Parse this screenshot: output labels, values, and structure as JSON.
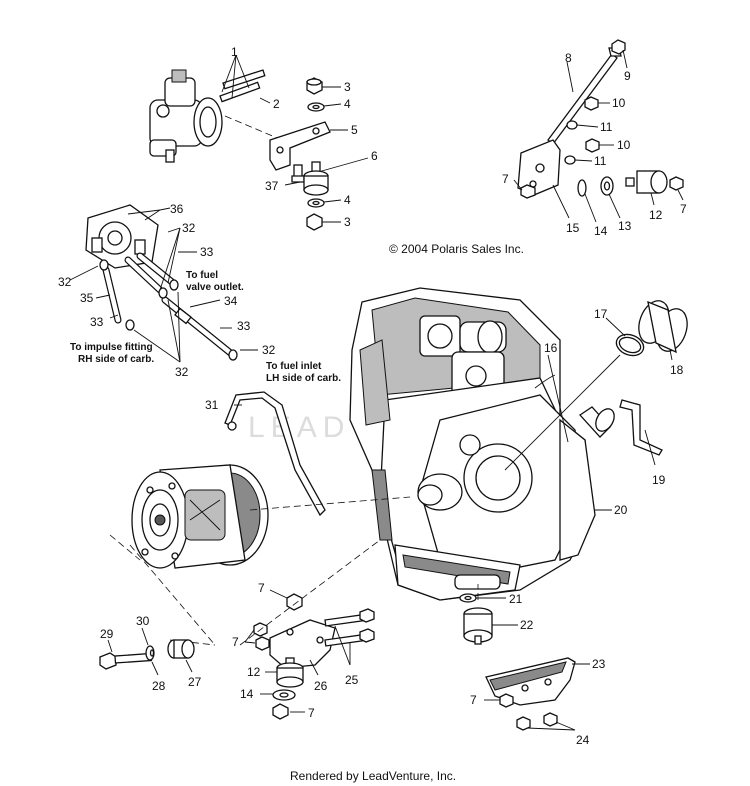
{
  "diagram": {
    "copyright": "© 2004 Polaris Sales Inc.",
    "footer": "Rendered by LeadVenture, Inc.",
    "watermark": "LEADVENTURE",
    "notes": {
      "fuel_valve_line1": "To fuel",
      "fuel_valve_line2": "valve outlet.",
      "impulse_line1": "To impulse fitting",
      "impulse_line2": "RH side of carb.",
      "fuel_inlet_line1": "To fuel inlet",
      "fuel_inlet_line2": "LH side of carb."
    },
    "callouts": {
      "c1": "1",
      "c2": "2",
      "c3a": "3",
      "c3b": "3",
      "c4a": "4",
      "c4b": "4",
      "c5": "5",
      "c6": "6",
      "c37": "37",
      "c8": "8",
      "c9": "9",
      "c10a": "10",
      "c10b": "10",
      "c11a": "11",
      "c11b": "11",
      "c7a": "7",
      "c7b": "7",
      "c12a": "12",
      "c13": "13",
      "c14a": "14",
      "c15": "15",
      "c36": "36",
      "c32a": "32",
      "c32b": "32",
      "c32c": "32",
      "c32d": "32",
      "c33a": "33",
      "c33b": "33",
      "c33c": "33",
      "c34": "34",
      "c35": "35",
      "c17": "17",
      "c18": "18",
      "c16": "16",
      "c31": "31",
      "c19": "19",
      "c20": "20",
      "c21": "21",
      "c22": "22",
      "c23": "23",
      "c24": "24",
      "c25": "25",
      "c26": "26",
      "c27": "27",
      "c28": "28",
      "c29": "29",
      "c30": "30",
      "c7c": "7",
      "c7d": "7",
      "c7e": "7",
      "c7f": "7",
      "c12b": "12",
      "c14b": "14"
    }
  }
}
